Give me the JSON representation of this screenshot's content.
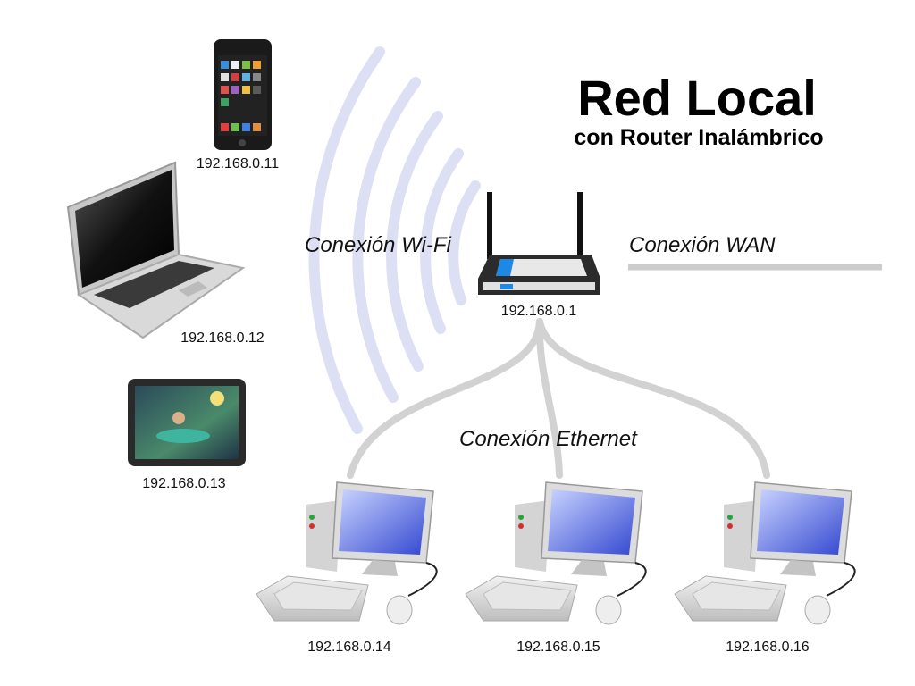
{
  "header": {
    "title": "Red Local",
    "subtitle": "con Router Inalámbrico"
  },
  "connections": {
    "wifi": "Conexión Wi-Fi",
    "wan": "Conexión WAN",
    "ethernet": "Conexión Ethernet"
  },
  "devices": {
    "router": "192.168.0.1",
    "smartphone": "192.168.0.11",
    "laptop": "192.168.0.12",
    "tablet": "192.168.0.13",
    "pc1": "192.168.0.14",
    "pc2": "192.168.0.15",
    "pc3": "192.168.0.16"
  },
  "colors": {
    "wifi_arcs": "#dde0f4",
    "cable": "#cccccc",
    "monitor_screen": "#4a5fd8",
    "router_accent": "#1e88e5"
  }
}
